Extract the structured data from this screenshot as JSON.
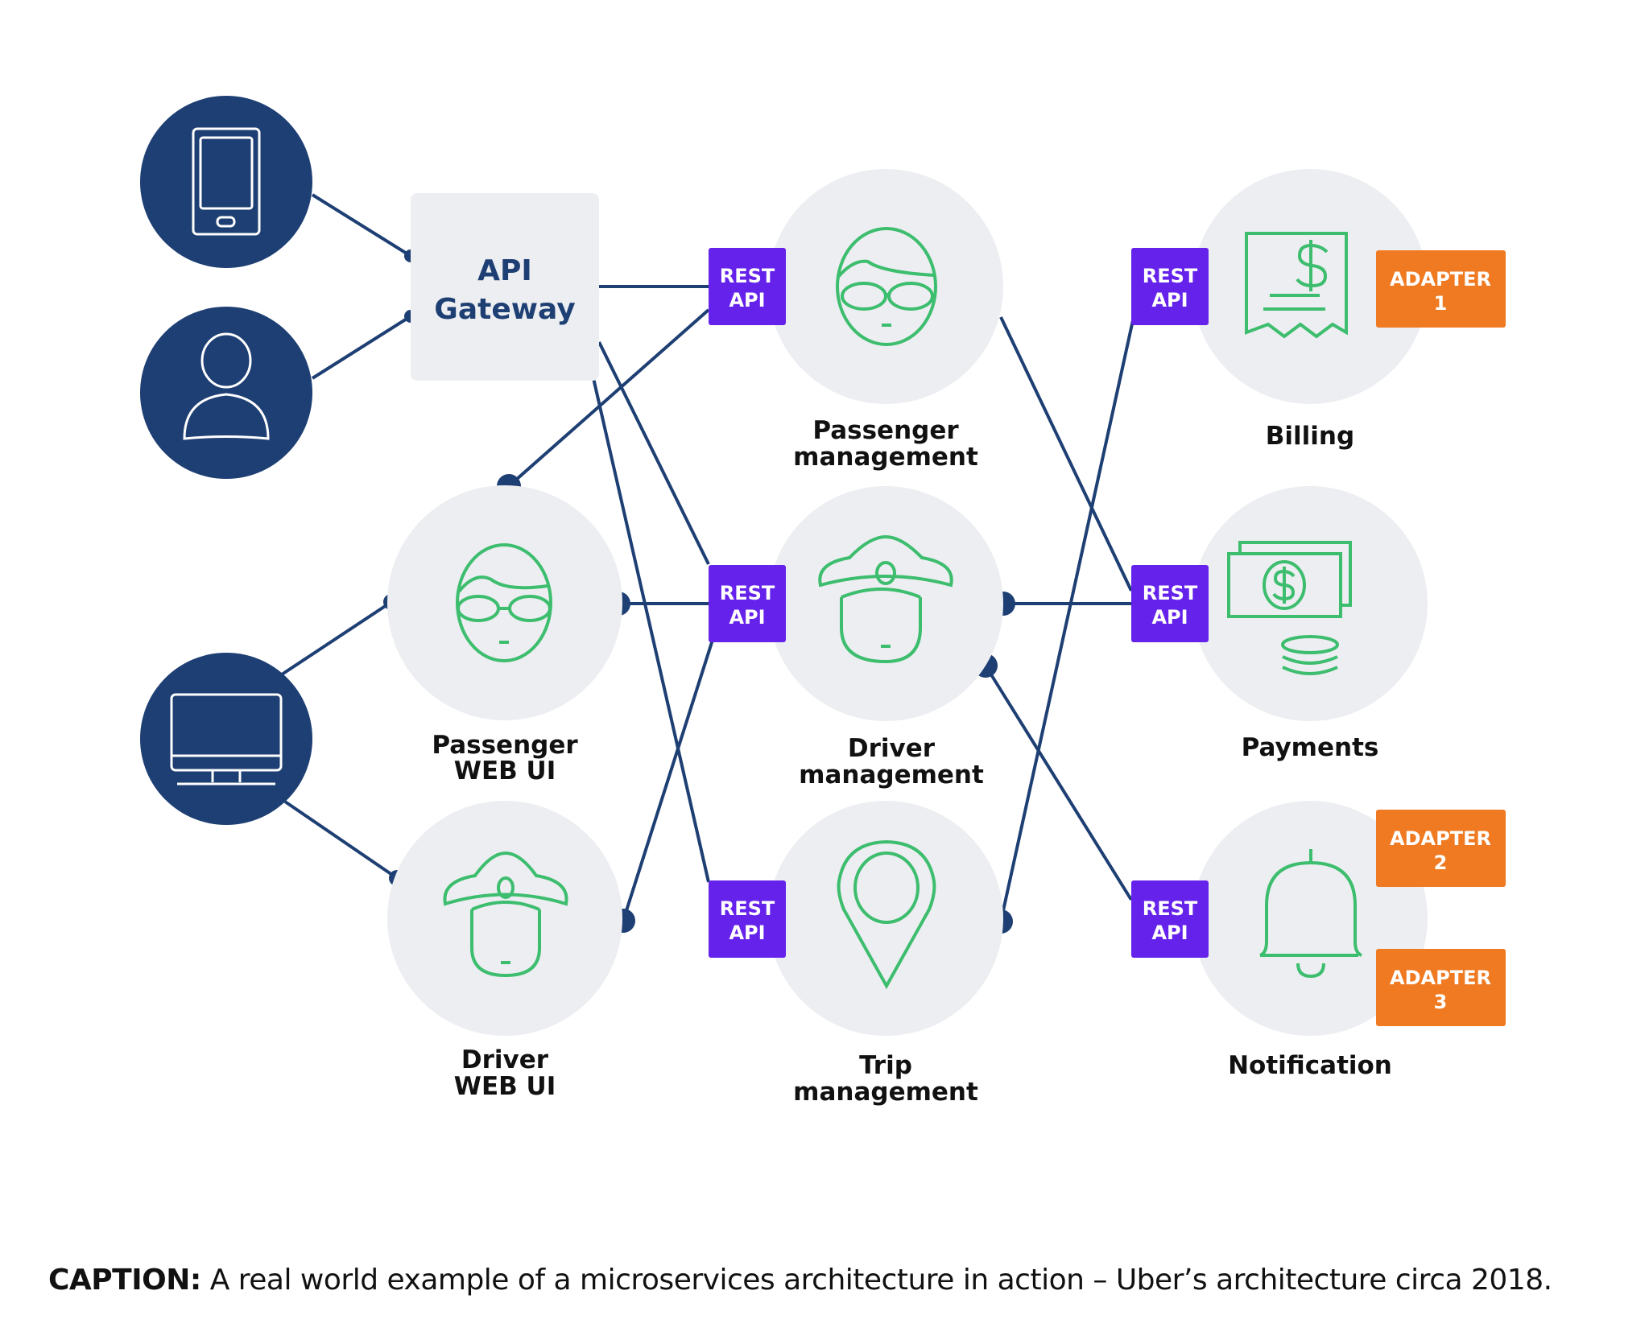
{
  "colors": {
    "navy": "#1e3f73",
    "service_bg": "#eceef1",
    "icon_green": "#3dbd6e",
    "rest_purple": "#6522eb",
    "adapter_orange": "#f07a22",
    "label_black": "#111111"
  },
  "clients": [
    {
      "id": "mobile",
      "icon": "smartphone-icon"
    },
    {
      "id": "user",
      "icon": "user-icon"
    },
    {
      "id": "desktop",
      "icon": "desktop-monitor-icon"
    }
  ],
  "gateway": {
    "line1": "API",
    "line2": "Gateway"
  },
  "rest_badge": {
    "line1": "REST",
    "line2": "API"
  },
  "services": {
    "passenger_web_ui": {
      "line1": "Passenger",
      "line2": "WEB UI",
      "icon": "passenger-face-icon"
    },
    "driver_web_ui": {
      "line1": "Driver",
      "line2": "WEB UI",
      "icon": "driver-cap-icon"
    },
    "passenger_management": {
      "line1": "Passenger",
      "line2": "management",
      "icon": "passenger-face-icon"
    },
    "driver_management": {
      "line1": "Driver",
      "line2": "management",
      "icon": "driver-cap-icon"
    },
    "trip_management": {
      "line1": "Trip",
      "line2": "management",
      "icon": "location-pin-icon"
    },
    "billing": {
      "line1": "Billing",
      "icon": "receipt-dollar-icon"
    },
    "payments": {
      "line1": "Payments",
      "icon": "cash-coins-icon"
    },
    "notification": {
      "line1": "Notification",
      "icon": "bell-icon"
    }
  },
  "adapters": [
    {
      "line1": "ADAPTER",
      "line2": "1"
    },
    {
      "line1": "ADAPTER",
      "line2": "2"
    },
    {
      "line1": "ADAPTER",
      "line2": "3"
    }
  ],
  "caption": {
    "label": "CAPTION:",
    "text": " A real world example of a microservices architecture in action – Uber’s architecture circa 2018."
  }
}
